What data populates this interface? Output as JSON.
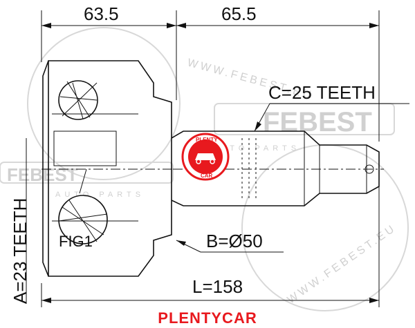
{
  "dimensions": {
    "left_length": "63.5",
    "right_length": "65.5",
    "outer_teeth": "C=25 TEETH",
    "inner_teeth": "A=23 TEETH",
    "diameter": "B=Ø50",
    "total_length": "L=158",
    "figure": "FIG1"
  },
  "watermark": {
    "brand": "FEBEST",
    "subtitle": "AUTO PARTS",
    "url": "WWW.FEBEST.EU"
  },
  "badge": {
    "top_text": "PLENTY",
    "bottom_text": "CAR",
    "color": "#e8191e"
  },
  "footer": {
    "brand": "PLENTYCAR",
    "color": "#e8191e"
  }
}
